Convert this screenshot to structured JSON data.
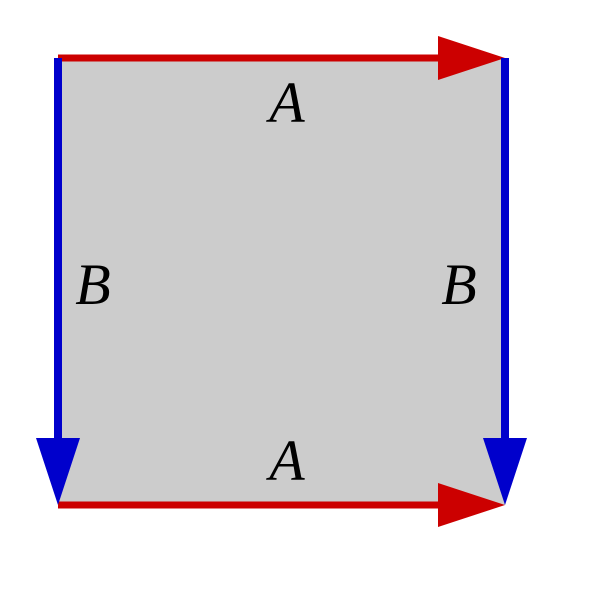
{
  "diagram": {
    "fill_color": "#cccccc",
    "colors": {
      "edge_a": "#cc0000",
      "edge_b": "#0000cc"
    },
    "labels": {
      "top": "A",
      "bottom": "A",
      "left": "B",
      "right": "B"
    }
  }
}
